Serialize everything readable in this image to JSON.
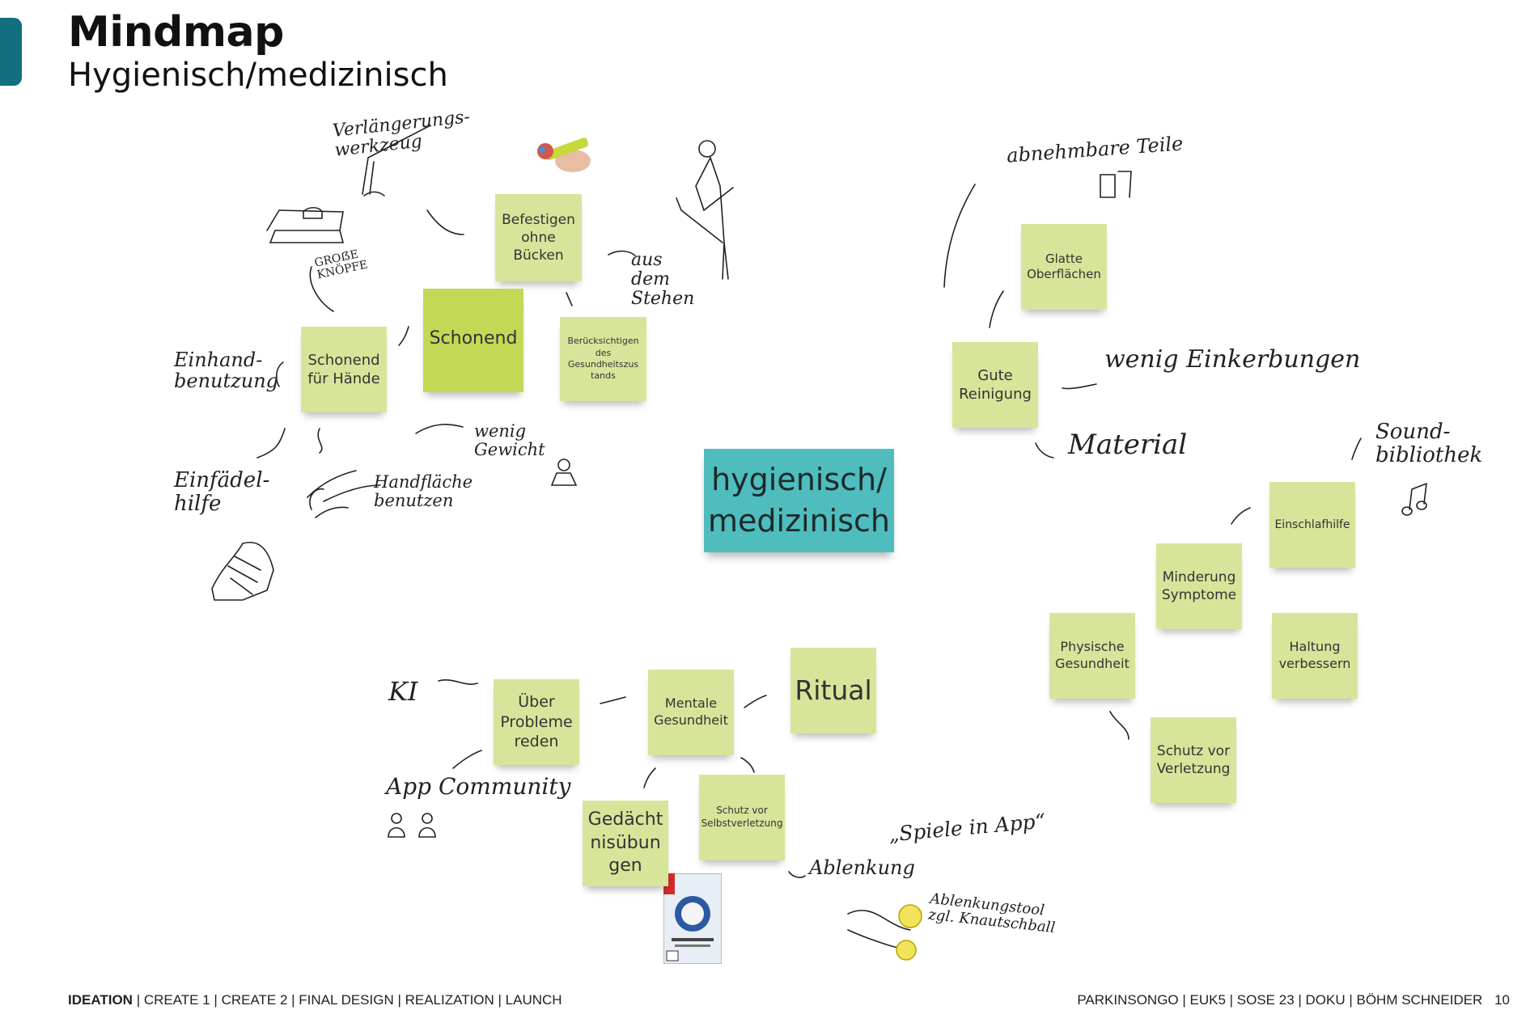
{
  "header": {
    "title": "Mindmap",
    "subtitle": "Hygienisch/medizinisch"
  },
  "center": "hygienisch/\nmedizinisch",
  "notes": {
    "befestigen": "Befestigen ohne Bücken",
    "schonend": "Schonend",
    "beruecksichtigen": "Berücksichtigen des Gesundheitszus tands",
    "schonend_haende": "Schonend für Hände",
    "glatte": "Glatte Oberflächen",
    "gute_reinigung": "Gute Reinigung",
    "einschlafhilfe": "Einschlafhilfe",
    "minderung": "Minderung Symptome",
    "physische": "Physische Gesundheit",
    "haltung": "Haltung verbessern",
    "schutz_verletzung": "Schutz vor Verletzung",
    "ueber_probleme": "Über Probleme reden",
    "mentale": "Mentale Gesundheit",
    "ritual": "Ritual",
    "gedaechtnis": "Gedächt nisübun gen",
    "selbstverletzung": "Schutz vor Selbstverletzung"
  },
  "annotations": {
    "verlaengerung": "Verlängerungs-\nwerkzeug",
    "grosse_knoepfe": "GROẞE\nKNÖPFE",
    "aus_dem_stehen": "aus\ndem\nStehen",
    "einhand": "Einhand-\nbenutzung",
    "wenig_gewicht": "wenig\nGewicht",
    "einfaedelhilfe": "Einfädel-\nhilfe",
    "handflaeche": "Handfläche\nbenutzen",
    "abnehmbare_teile": "abnehmbare Teile",
    "wenig_einkerbungen": "wenig Einkerbungen",
    "material": "Material",
    "soundbibliothek": "Sound-\nbibliothek",
    "ki": "KI",
    "app_community": "App Community",
    "spiele_in_app": "„Spiele in App“",
    "ablenkung": "Ablenkung",
    "ablenkungstool": "Ablenkungstool\nzgl. Knautschball"
  },
  "footer": {
    "active": "IDEATION",
    "rest": " | CREATE 1 | CREATE 2 | FINAL DESIGN | REALIZATION | LAUNCH",
    "right": "PARKINSONGO | EUK5 | SOSE 23 | DOKU | BÖHM SCHNEIDER",
    "page": "10"
  },
  "colors": {
    "note": "#d7e59a",
    "note_strong": "#c3d855",
    "center": "#4fbcbd",
    "accent": "#136f7f"
  }
}
